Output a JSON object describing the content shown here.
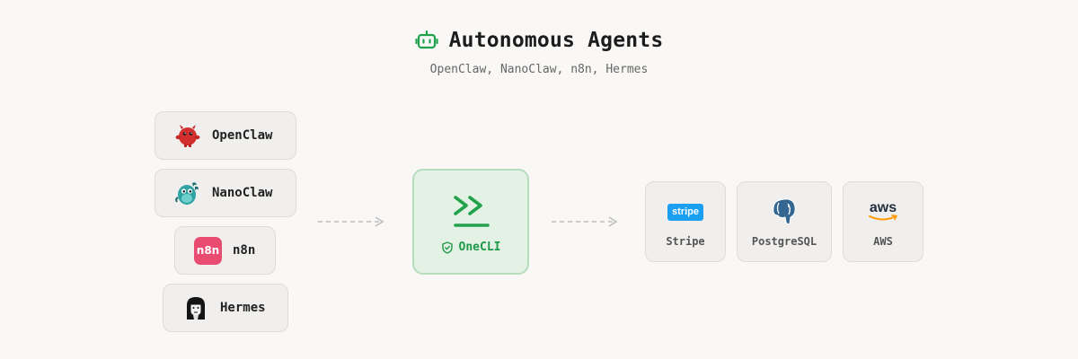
{
  "header": {
    "title": "Autonomous Agents",
    "subtitle": "OpenClaw, NanoClaw, n8n, Hermes",
    "icon": "robot-icon",
    "accent": "#23a24d"
  },
  "agents": [
    {
      "label": "OpenClaw",
      "icon": "openclaw-mascot-icon"
    },
    {
      "label": "NanoClaw",
      "icon": "nanoclaw-mascot-icon"
    },
    {
      "label": "n8n",
      "icon": "n8n-logo-icon",
      "logo_text": "n8n",
      "logo_color": "#ea4b71"
    },
    {
      "label": "Hermes",
      "icon": "hermes-portrait-icon"
    }
  ],
  "gateway": {
    "label": "OneCLI",
    "icon": "terminal-prompt-icon",
    "badge_icon": "shield-check-icon",
    "color": "#1d9a46"
  },
  "services": [
    {
      "label": "Stripe",
      "icon": "stripe-logo-icon",
      "logo_text": "stripe",
      "logo_color": "#1a9ff2"
    },
    {
      "label": "PostgreSQL",
      "icon": "postgresql-elephant-icon",
      "logo_color": "#336791"
    },
    {
      "label": "AWS",
      "icon": "aws-logo-icon",
      "logo_text": "aws",
      "logo_color": "#ff9900"
    }
  ]
}
